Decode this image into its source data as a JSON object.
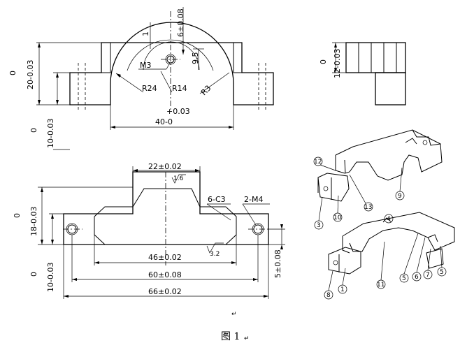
{
  "figure": {
    "caption": "图 1",
    "caption_mark": "↵",
    "return_mark": "↵"
  },
  "front_view": {
    "dim_height_20": "20-0.03",
    "dim_height_20_zero": "0",
    "dim_height_10": "10-0.03",
    "dim_height_10_zero": "0",
    "dim_width_40": "40-0",
    "dim_width_40_tol": "+0.03",
    "dim_6": "6±0.08",
    "dim_1": "1",
    "dim_9_5": "9.5",
    "label_m3": "M3",
    "label_r24": "R24",
    "label_r14": "R14",
    "label_r3": "R3"
  },
  "side_view": {
    "dim_12": "12-0.03",
    "dim_12_zero": "0"
  },
  "top_view": {
    "dim_22": "22±0.02",
    "dim_18": "18-0.03",
    "dim_18_zero": "0",
    "dim_10": "10-0.03",
    "dim_10_zero": "0",
    "label_chamfer": "6-C3",
    "label_thread": "2-M4",
    "dim_46": "46±0.02",
    "dim_60": "60±0.08",
    "dim_66": "66±0.02",
    "dim_5": "5±0.08",
    "roughness_top": "1.6",
    "roughness_bottom": "3.2"
  },
  "isometric_upper": {
    "callouts": [
      "12",
      "13",
      "9",
      "10",
      "3"
    ]
  },
  "isometric_lower": {
    "callouts": [
      "4",
      "8",
      "1",
      "11",
      "5",
      "6",
      "7",
      "5"
    ]
  }
}
